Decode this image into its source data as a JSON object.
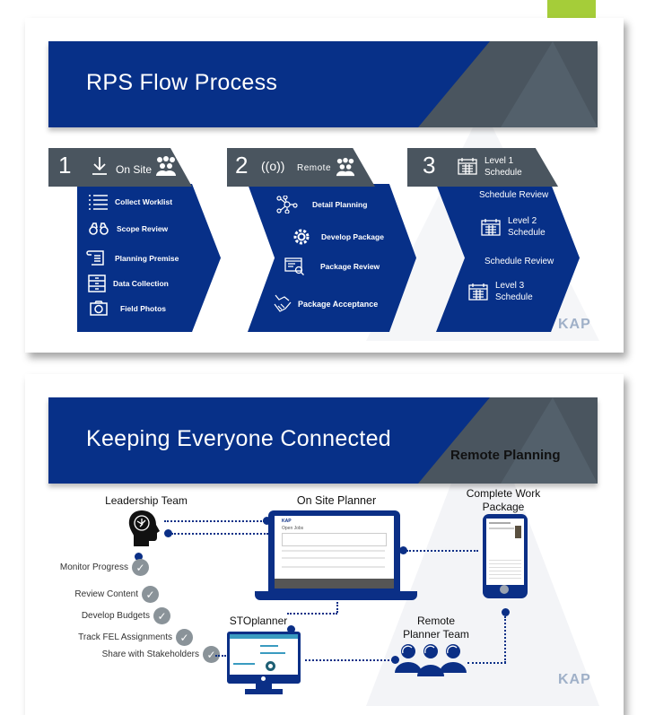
{
  "slide1": {
    "title": "RPS Flow Process",
    "steps": [
      {
        "number": "1",
        "label": "On Site",
        "icon": "download-icon",
        "items": [
          {
            "label": "Collect  Worklist",
            "icon": "list-icon"
          },
          {
            "label": "Scope Review",
            "icon": "binoculars-icon"
          },
          {
            "label": "Planning Premise",
            "icon": "scroll-icon"
          },
          {
            "label": "Data Collection",
            "icon": "cabinet-icon"
          },
          {
            "label": "Field Photos",
            "icon": "camera-icon"
          }
        ]
      },
      {
        "number": "2",
        "label": "Remote",
        "icon": "broadcast-icon",
        "items": [
          {
            "label": "Detail Planning",
            "icon": "network-icon"
          },
          {
            "label": "Develop Package",
            "icon": "gear-icon"
          },
          {
            "label": "Package Review",
            "icon": "document-search-icon"
          },
          {
            "label": "Package Acceptance",
            "icon": "handshake-icon"
          }
        ]
      },
      {
        "number": "3",
        "label_line1": "Level 1",
        "label_line2": "Schedule",
        "icon": "calendar-icon",
        "items": [
          {
            "label": "Schedule Review"
          },
          {
            "label_line1": "Level 2",
            "label_line2": "Schedule",
            "icon": "calendar-icon"
          },
          {
            "label": "Schedule Review"
          },
          {
            "label_line1": "Level 3",
            "label_line2": "Schedule",
            "icon": "calendar-icon"
          }
        ]
      }
    ],
    "logo": "KAP"
  },
  "slide2": {
    "title": "Keeping Everyone Connected",
    "subtitle": "Remote Planning",
    "nodes": {
      "leadership": "Leadership Team",
      "onsite": "On Site Planner",
      "package_line1": "Complete Work",
      "package_line2": "Package",
      "stoplanner": "STOplanner",
      "remote_line1": "Remote",
      "remote_line2": "Planner Team"
    },
    "checklist": [
      "Monitor Progress",
      "Review Content",
      "Develop Budgets",
      "Track FEL Assignments",
      "Share with Stakeholders"
    ],
    "laptop_screen": {
      "heading": "Open Jobs"
    },
    "logo": "KAP"
  },
  "colors": {
    "brand_blue": "#073088",
    "slate": "#4a555f",
    "accent_green": "#a5cd39",
    "check_gray": "#8a9399"
  }
}
